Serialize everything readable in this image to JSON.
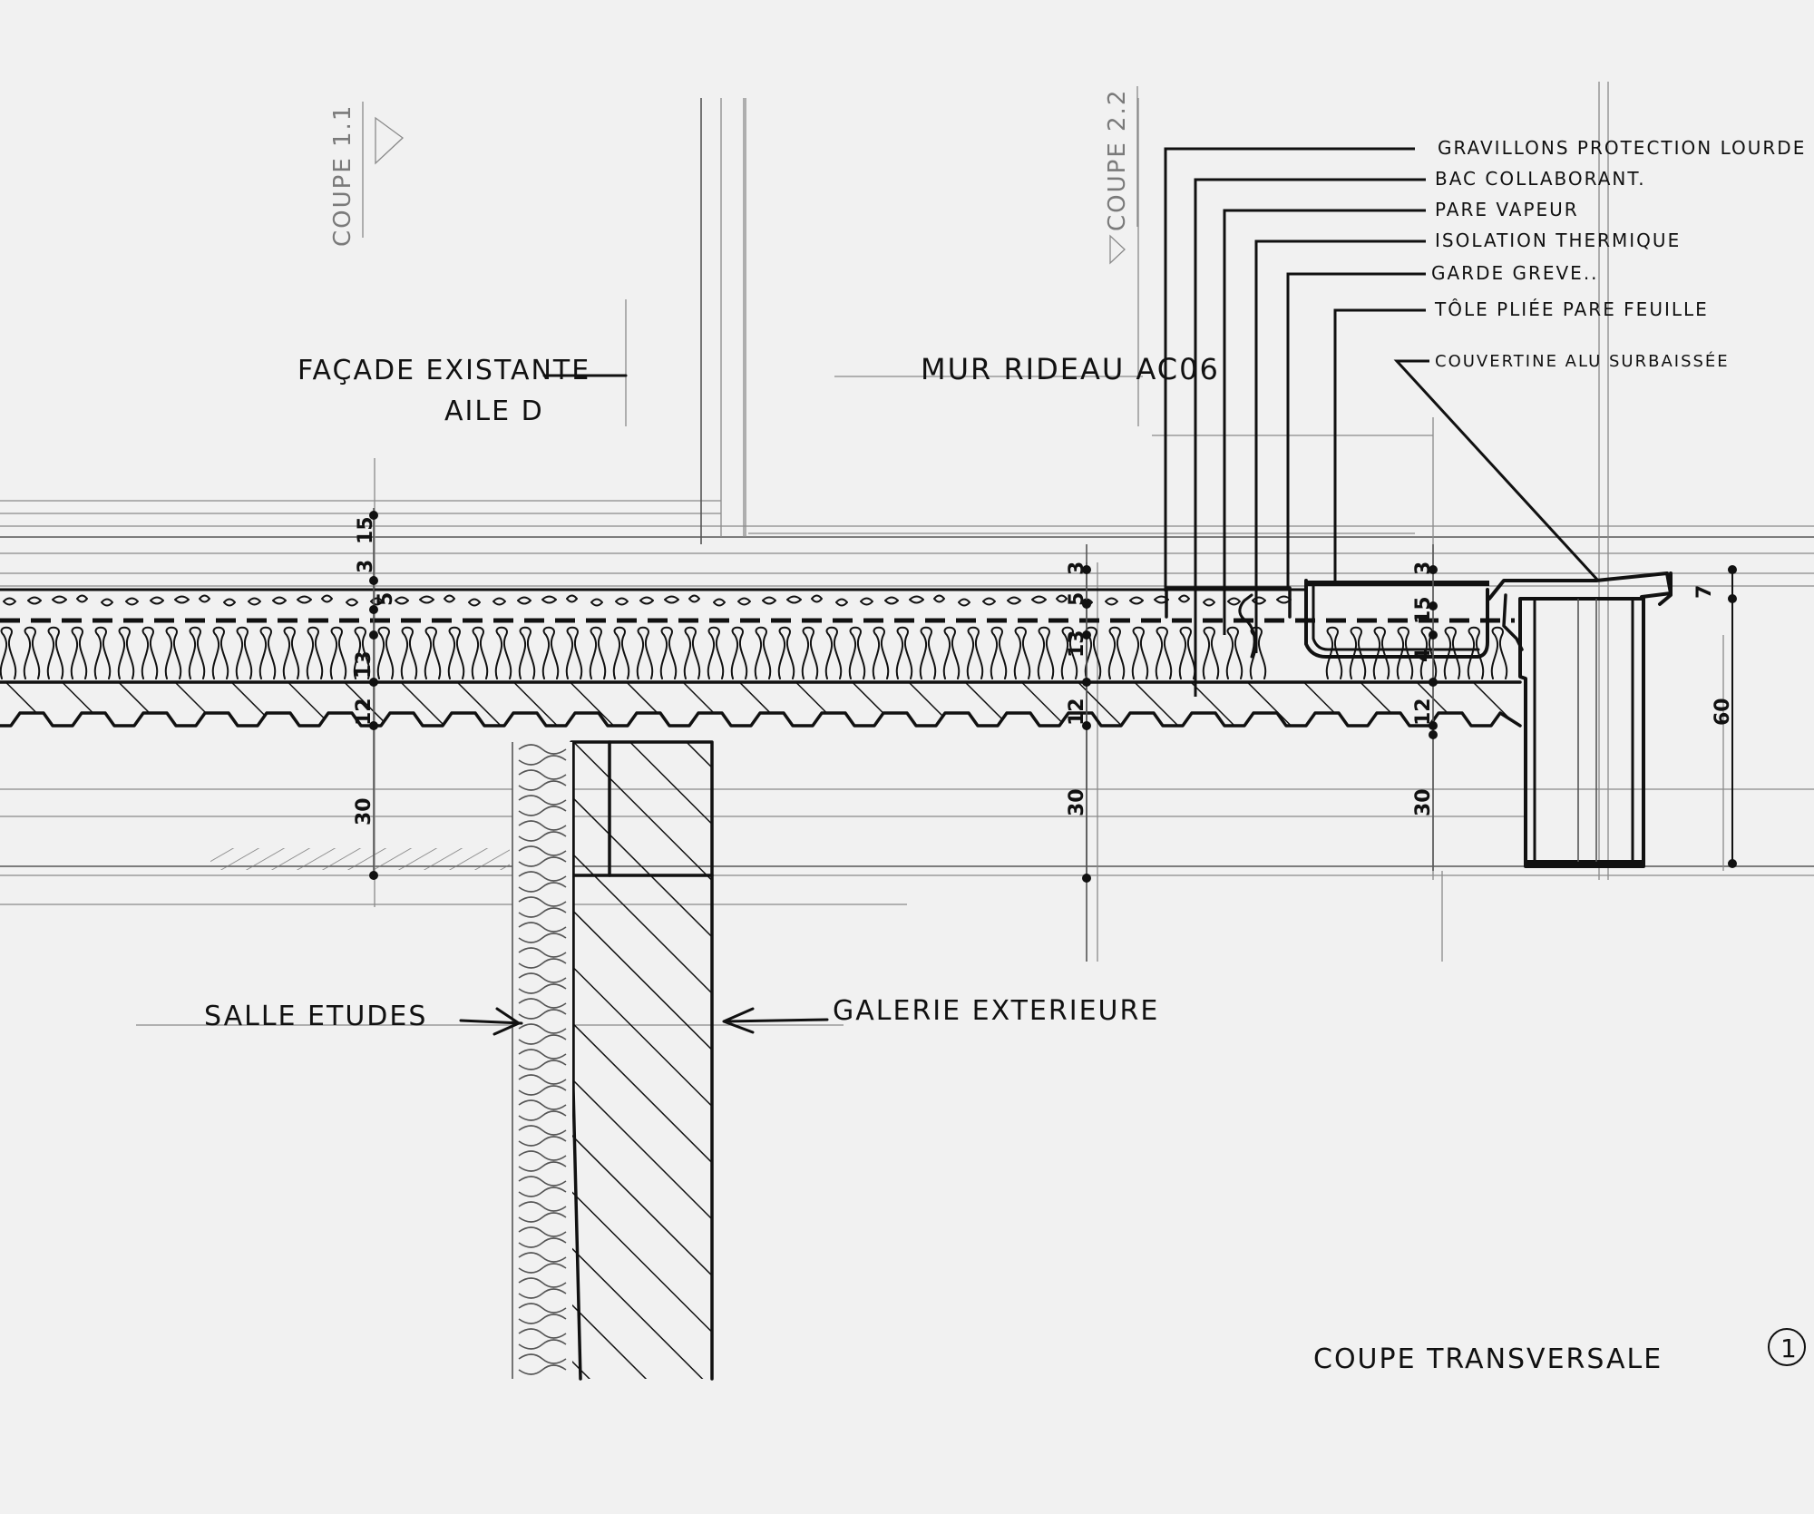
{
  "labels": {
    "facade_line1": "FAÇADE EXISTANTE",
    "facade_line2": "AILE D",
    "mur_rideau": "MUR RIDEAU AC06",
    "salle_etudes": "SALLE ETUDES",
    "galerie": "GALERIE EXTERIEURE",
    "coupe_11": "COUPE 1.1",
    "coupe_22": "COUPE 2.2",
    "coupe_transversale": "COUPE TRANSVERSALE",
    "sheet_number": "1"
  },
  "legend": [
    "GRAVILLONS PROTECTION LOURDE",
    "BAC COLLABORANT.",
    "PARE VAPEUR",
    "ISOLATION THERMIQUE",
    "GARDE GREVE..",
    "TÔLE PLIÉE PARE FEUILLE",
    "COUVERTINE ALU SURBAISSÉE"
  ],
  "dimensions": {
    "left": [
      "3",
      "15",
      "5",
      "13",
      "12",
      "30"
    ],
    "middle": [
      "3",
      "5",
      "13",
      "12",
      "30"
    ],
    "right": [
      "3",
      "15",
      "4",
      "12",
      "30"
    ],
    "edge": [
      "7",
      "60"
    ]
  }
}
